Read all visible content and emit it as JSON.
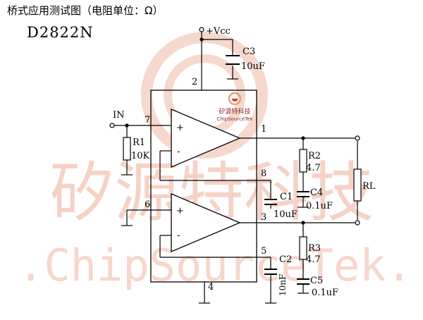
{
  "header": {
    "title": "桥式应用测试图（电阻单位：Ω）",
    "part": "D2822N"
  },
  "watermark": {
    "cn": "矽源特科技",
    "en": ".ChipSourceTek."
  },
  "logo": {
    "cn": "矽源特科技",
    "en": "ChipSourceTek"
  },
  "labels": {
    "vcc": "+Vcc",
    "in": "IN",
    "c3_name": "C3",
    "c3_val": "10uF",
    "r1_name": "R1",
    "r1_val": "10K",
    "r2_name": "R2",
    "r2_val": "4.7",
    "c4_name": "C4",
    "c4_val": "0.1uF",
    "rl": "RL",
    "c1_name": "C1",
    "c1_val": "10uF",
    "r3_name": "R3",
    "r3_val": "4.7",
    "c5_name": "C5",
    "c5_val": "0.1uF",
    "c2_name": "C2",
    "c2_val": "10nF"
  },
  "pins": {
    "p1": "1",
    "p2": "2",
    "p3": "3",
    "p4": "4",
    "p5": "5",
    "p6": "6",
    "p7": "7",
    "p8": "8"
  },
  "opamp_signs": {
    "plus": "+",
    "minus": "-"
  },
  "colors": {
    "ink": "#000000",
    "watermark": "#f6d2c6",
    "logo_ring": "#e8a07a",
    "logo_accent": "#d9332a"
  }
}
